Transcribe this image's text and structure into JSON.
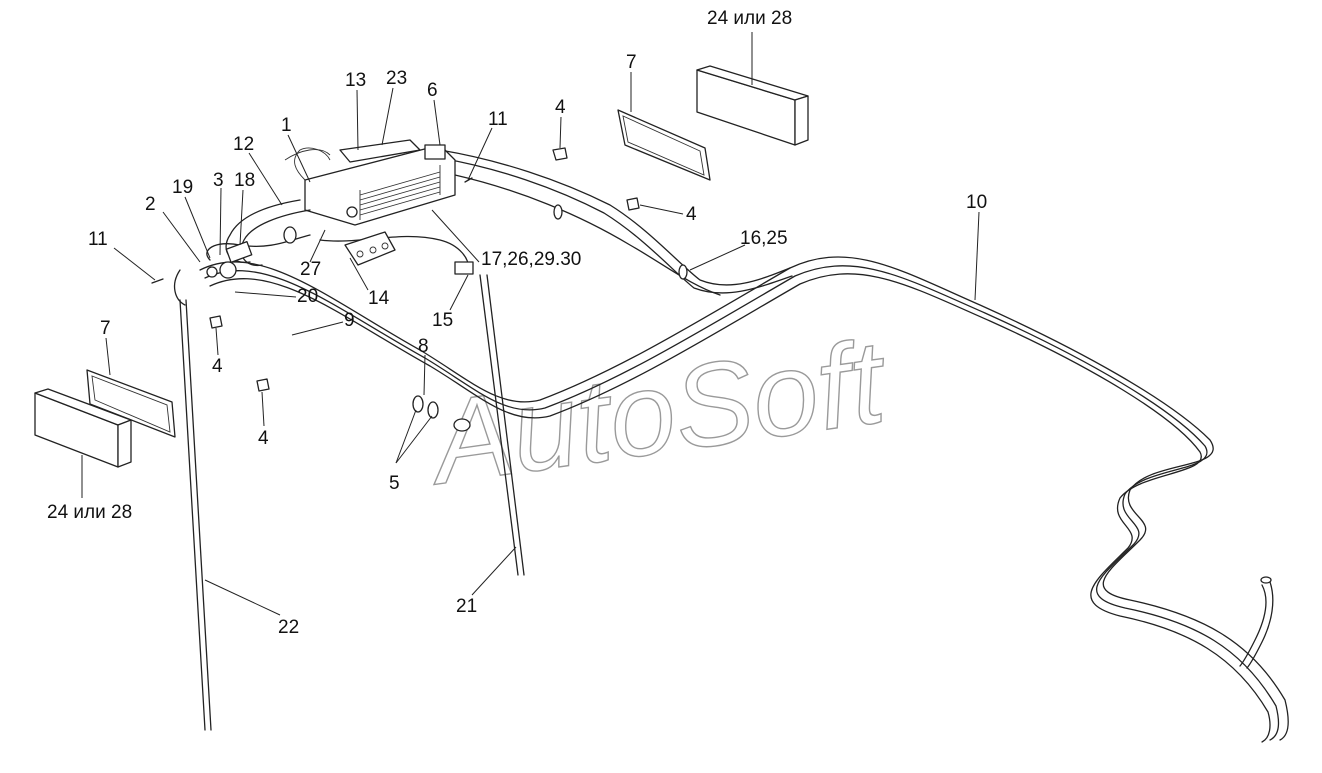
{
  "watermark": "AutoSoft",
  "callouts": {
    "c1": "1",
    "c2": "2",
    "c3": "3",
    "c4a": "4",
    "c4b": "4",
    "c4c": "4",
    "c4d": "4",
    "c5": "5",
    "c6": "6",
    "c7a": "7",
    "c7b": "7",
    "c8": "8",
    "c9": "9",
    "c10": "10",
    "c11a": "11",
    "c11b": "11",
    "c12": "12",
    "c13": "13",
    "c14": "14",
    "c15": "15",
    "c16": "16,25",
    "c17": "17,26,29.30",
    "c18": "18",
    "c19": "19",
    "c20": "20",
    "c21": "21",
    "c22": "22",
    "c23": "23",
    "c24a": "24 или 28",
    "c24b": "24 или 28",
    "c27": "27"
  }
}
